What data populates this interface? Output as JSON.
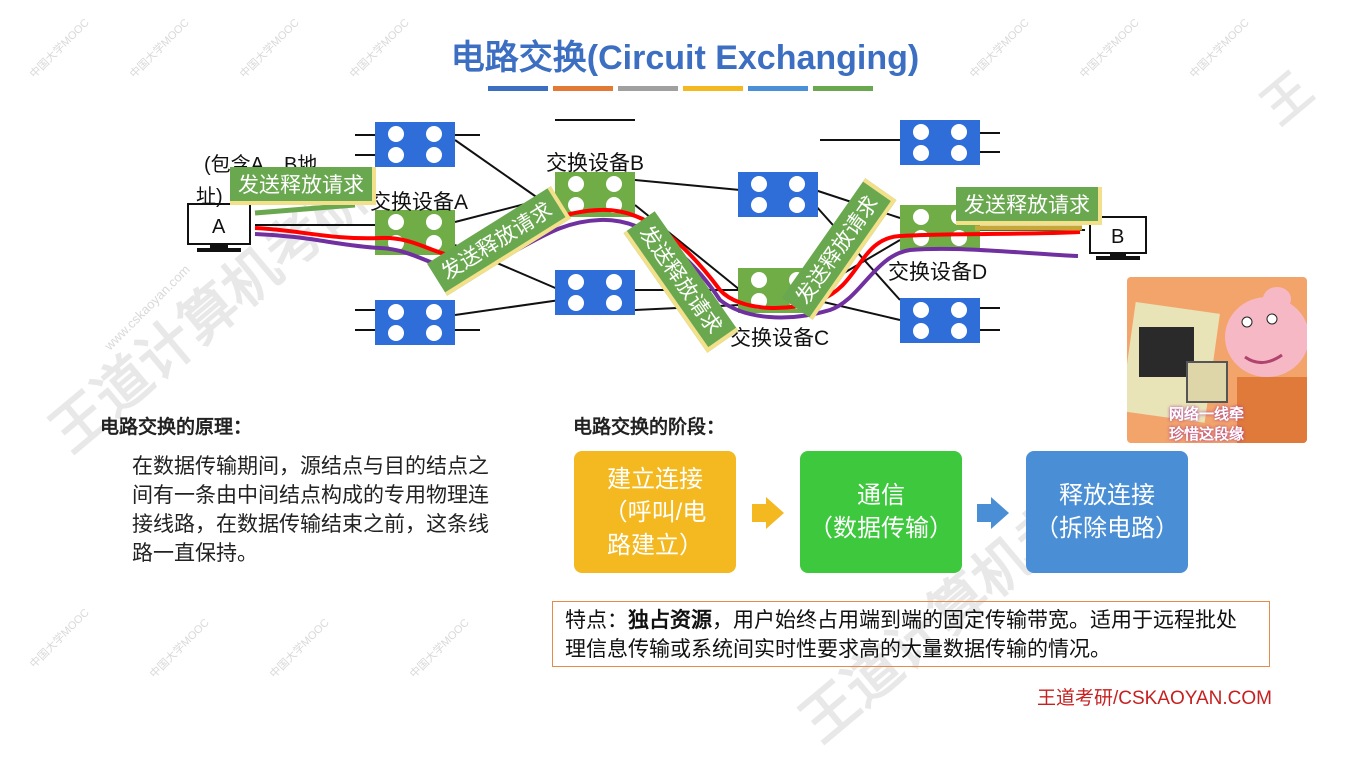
{
  "title": "电路交换(Circuit Exchanging)",
  "title_bar_colors": [
    "#3c6fc2",
    "#e27a35",
    "#a0a0a0",
    "#f4b921",
    "#4a90d9",
    "#6aa84f"
  ],
  "diagram": {
    "host_a": "A",
    "host_b": "B",
    "note_a": "(包含A、B地",
    "note_a2": "址)",
    "switch_a": "交换设备A",
    "switch_b": "交换设备B",
    "switch_c": "交换设备C",
    "switch_d": "交换设备D",
    "flag_text": "发送释放请求",
    "colors": {
      "switch_green": "#70ad47",
      "switch_blue": "#2f6ed8",
      "path_red": "#ff0000",
      "path_purple": "#7030a0"
    }
  },
  "principle": {
    "heading": "电路交换的原理：",
    "text": "在数据传输期间，源结点与目的结点之间有一条由中间结点构成的专用物理连接线路，在数据传输结束之前，这条线路一直保持。"
  },
  "stages": {
    "heading": "电路交换的阶段：",
    "items": [
      {
        "line1": "建立连接",
        "line2": "（呼叫/电",
        "line3": "路建立）",
        "color": "#f4b921"
      },
      {
        "line1": "通信",
        "line2": "（数据传输）",
        "line3": "",
        "color": "#3ec83e"
      },
      {
        "line1": "释放连接",
        "line2": "（拆除电路）",
        "line3": "",
        "color": "#4a8fd6"
      }
    ]
  },
  "feature": {
    "prefix": "特点：",
    "bold": "独占资源",
    "text": "，用户始终占用端到端的固定传输带宽。适用于远程批处理信息传输或系统间实时性要求高的大量数据传输的情况。"
  },
  "peppa_caption_1": "网络一线牵",
  "peppa_caption_2": "珍惜这段缘",
  "footer": "王道考研/CSKAOYAN.COM",
  "watermark_logo": "王道计算机考研",
  "watermark_small": "中国大学MOOC",
  "watermark_site": "www.cskaoyan.com"
}
